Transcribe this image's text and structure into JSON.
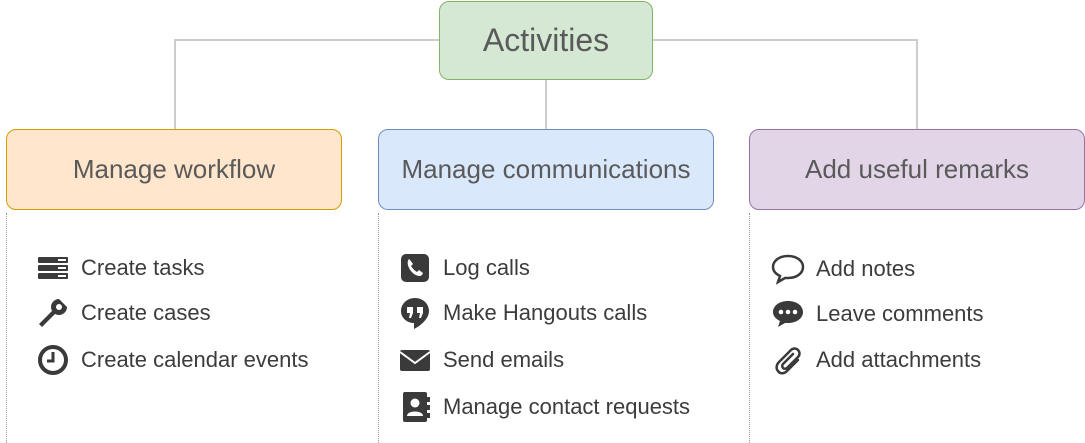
{
  "root": {
    "label": "Activities",
    "fill": "#d5e8d4",
    "stroke": "#82b366"
  },
  "line_color": "#cccccc",
  "branches": [
    {
      "label": "Manage workflow",
      "fill": "#ffe6cc",
      "stroke": "#d79b00",
      "items": [
        {
          "label": "Create tasks",
          "icon": "tasks-icon"
        },
        {
          "label": "Create cases",
          "icon": "wrench-icon"
        },
        {
          "label": "Create calendar events",
          "icon": "clock-icon"
        }
      ]
    },
    {
      "label": "Manage communications",
      "fill": "#dae8fc",
      "stroke": "#6c8ebf",
      "items": [
        {
          "label": "Log calls",
          "icon": "phone-icon"
        },
        {
          "label": "Make Hangouts calls",
          "icon": "hangouts-icon"
        },
        {
          "label": "Send emails",
          "icon": "envelope-icon"
        },
        {
          "label": "Manage contact requests",
          "icon": "contact-book-icon"
        }
      ]
    },
    {
      "label": "Add useful remarks",
      "fill": "#e1d5e7",
      "stroke": "#9673a6",
      "items": [
        {
          "label": "Add notes",
          "icon": "speech-bubble-icon"
        },
        {
          "label": "Leave comments",
          "icon": "comment-dots-icon"
        },
        {
          "label": "Add attachments",
          "icon": "paperclip-icon"
        }
      ]
    }
  ]
}
